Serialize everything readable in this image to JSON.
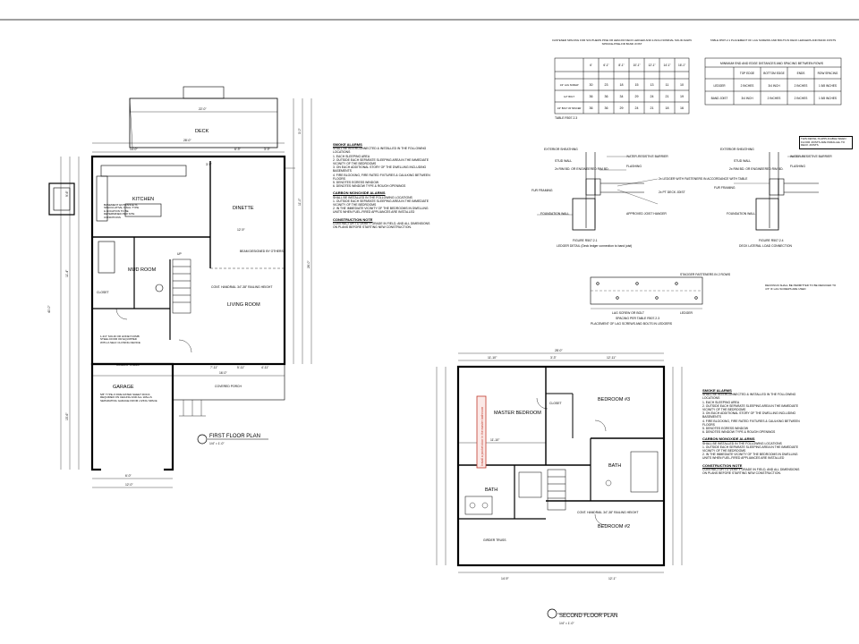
{
  "first_floor": {
    "title": "FIRST FLOOR PLAN",
    "scale": "1/4\" = 1'-0\"",
    "rooms": {
      "kitchen": "KITCHEN",
      "dinette": "DINETTE",
      "mud_room": "MUD ROOM",
      "living_room": "LIVING ROOM",
      "garage": "GARAGE",
      "deck": "DECK",
      "covered_porch": "COVERED PORCH",
      "closet": "CLOSET",
      "up": "UP"
    },
    "dims": {
      "deck_width": "22'-0\"",
      "overall_width": "28'-0\"",
      "top_a": "14'-0\"",
      "top_b": "3'-9\"",
      "top_c": "6'-3\"",
      "top_d": "3'-3\"",
      "dinette_depth": "12'-9\"",
      "porch_width": "16'-0\"",
      "bottom_a": "7'-11\"",
      "bottom_b": "5'-11\"",
      "bottom_c": "4'-11\"",
      "garage_width": "12'-0\"",
      "garage_door": "6'-0\"",
      "left_overall": "40'-0\"",
      "left_a": "9'-6\"",
      "left_b": "11'-4\"",
      "left_c": "15'-6\"",
      "right_a": "3'-0\"",
      "right_b": "11'-0\"",
      "right_c": "26'-0\""
    },
    "notes": {
      "basement": "BASEMENT ENTRANCE IS SPECULATIVE, FINAL TYPE & LOCATION TO BE DETERMINED PER SITE CONDITIONS",
      "beam": "BEAM DESIGNED BY OTHERS",
      "railing": "CONT. HANDRAIL 34\"-38\" RAILING HEIGHT",
      "door": "1-3/4\" SOLID OR HONEYCOMB STEEL DOOR OR EQUIPPED WITH A SELF CLOSING DEVICE",
      "girder": "GIRDER TRUSS",
      "garage_note": "5/8\" TYPE-X FIRE RATED SHEET ROCK REQUIRED ON CEILING AND ALL WALLS SEPARATING GARAGE FROM LIVING SPACE"
    }
  },
  "second_floor": {
    "title": "SECOND FLOOR PLAN",
    "scale": "1/4\" = 1'-0\"",
    "rooms": {
      "master": "MASTER BEDROOM",
      "bedroom3": "BEDROOM #3",
      "bedroom2": "BEDROOM #2",
      "bath": "BATH",
      "bath2": "BATH",
      "closet": "CLOSET",
      "girder": "GIRDER TRUSS"
    },
    "dims": {
      "overall": "28'-0\"",
      "top_a": "11'-10\"",
      "top_b": "3'-3\"",
      "top_c": "12'-11\"",
      "mid": "11'-10\"",
      "bottom_a": "14'-9\"",
      "bottom_b": "12'-1\""
    },
    "annotation": "Install a pocket door in the master bathroom",
    "railing": "CONT. HANDRAIL 34\"-38\" RAILING HEIGHT"
  },
  "notes_panel": {
    "smoke_heading": "SMOKE ALARMS",
    "smoke_intro": "SHALL BE INTERCONNECTED & INSTALLED IN THE FOLLOWING LOCATIONS",
    "smoke_items": [
      "1. EACH SLEEPING AREA",
      "2. OUTSIDE EACH SEPARATE SLEEPING AREA IN THE IMMEDIATE VICINITY OF THE BEDROOMS",
      "3. ON EACH ADDITIONAL STORY OF THE DWELLING INCLUDING BASEMENTS",
      "4. FIRE BLOCKING, FIRE RATED FIXTURES & CAULKING BETWEEN FLOORS",
      "5. DENOTES EGRESS WINDOW",
      "6. DENOTES WINDOW TYPE & ROUGH OPENINGS"
    ],
    "co_heading": "CARBON MONOXIDE ALARMS",
    "co_intro": "SHALL BE INSTALLED IN THE FOLLOWING LOCATIONS",
    "co_items": [
      "1. OUTSIDE EACH SEPARATE SLEEPING AREA IN THE IMMEDIATE VICINITY OF THE BEDROOMS",
      "2. IN THE IMMEDIATE VICINITY OF THE BEDROOMS IN DWELLING UNITS WHEN FUEL-FIRED APPLIANCES ARE INSTALLED"
    ],
    "cn_heading": "CONSTRUCTION NOTE",
    "cn_text": "CONTRACTOR TO VERIFY GRADE IN FIELD, AND ALL DIMENSIONS ON PLANS BEFORE STARTING NEW CONSTRUCTION."
  },
  "details": {
    "table1_title": "FASTENER SPACING FOR SOUTHERN PINE OR HEM-FIR DECK LEDGER AND 2-INCH NOMINAL SOLID-SAWN SPRUCE-PINE-FIR BAND JOIST",
    "table1_headers": [
      "6'",
      "6'-1\"",
      "8'-1\"",
      "10'-1\"",
      "12'-1\"",
      "14'-1\"",
      "16'-1\""
    ],
    "table1_rows": [
      {
        "label": "1/2\" LAG SCREW",
        "values": [
          "30",
          "23",
          "18",
          "15",
          "13",
          "11",
          "10"
        ]
      },
      {
        "label": "1/2\" BOLT",
        "values": [
          "36",
          "36",
          "34",
          "29",
          "24",
          "21",
          "19"
        ]
      },
      {
        "label": "1/2\" BOLT W/ SPACER",
        "values": [
          "36",
          "36",
          "29",
          "24",
          "21",
          "18",
          "16"
        ]
      }
    ],
    "table1_ref": "TABLE R507.2.3",
    "table2_title": "TABLE R507.2.1 PLACEMENT OF LAG SCREWS AND BOLTS IN DECK LEDGERS AND BAND JOISTS",
    "table2_sub": "MINIMUM END AND EDGE DISTANCES AND SPACING BETWEEN ROWS",
    "table2_headers": [
      "",
      "TOP EDGE",
      "BOTTOM EDGE",
      "ENDS",
      "ROW SPACING"
    ],
    "table2_rows": [
      {
        "label": "LEDGER",
        "values": [
          "2 INCHES",
          "3/4 INCH",
          "2 INCHES",
          "1 5/8 INCHES"
        ]
      },
      {
        "label": "BAND JOIST",
        "values": [
          "3/4 INCH",
          "2 INCHES",
          "2 INCHES",
          "1 5/8 INCHES"
        ]
      }
    ],
    "fig1_title": "FIGURE R507.2.1",
    "fig1_sub": "LEDGER DETAIL (Deck ledger connection to band joist)",
    "fig2_title": "FIGURE R507.2.4",
    "fig2_sub": "DECK LATERAL LOAD CONNECTION",
    "fig3_title": "SPACING PER TABLE R507.2.3",
    "fig3_sub": "PLACEMENT OF LAG SCREWS AND BOLTS IN LEDGERS",
    "labels": {
      "sheathing": "EXTERIOR SHEATHING",
      "stud": "STUD WALL",
      "rim": "2x RIM BD. OR ENGINEERED RIM BD.",
      "fur": "FUR FRAMING",
      "foundation": "FOUNDATION WALL",
      "barrier": "WATER-RESISTIVE BARRIER",
      "flashing": "FLASHING",
      "ledger": "2x LEDGER WITH FASTENERS IN ACCORDANCE WITH TABLE",
      "joist": "2x PT DECK JOIST",
      "hanger": "APPROVED JOIST HANGER",
      "detail_note": "THIS DETAIL IS APPLICABLE WHEN FLOOR JOISTS ARE PARALLEL TO DECK JOISTS",
      "stagger": "STAGGER FASTENERS IN 2 ROWS",
      "screw": "LAG SCREW OR BOLT",
      "ledger_word": "LEDGER",
      "deck_note": "DECKINGS SHALL BE PERMITTED TO BE REDUCED TO 4.5\" IF LAG SCREWS ARE USED"
    }
  }
}
